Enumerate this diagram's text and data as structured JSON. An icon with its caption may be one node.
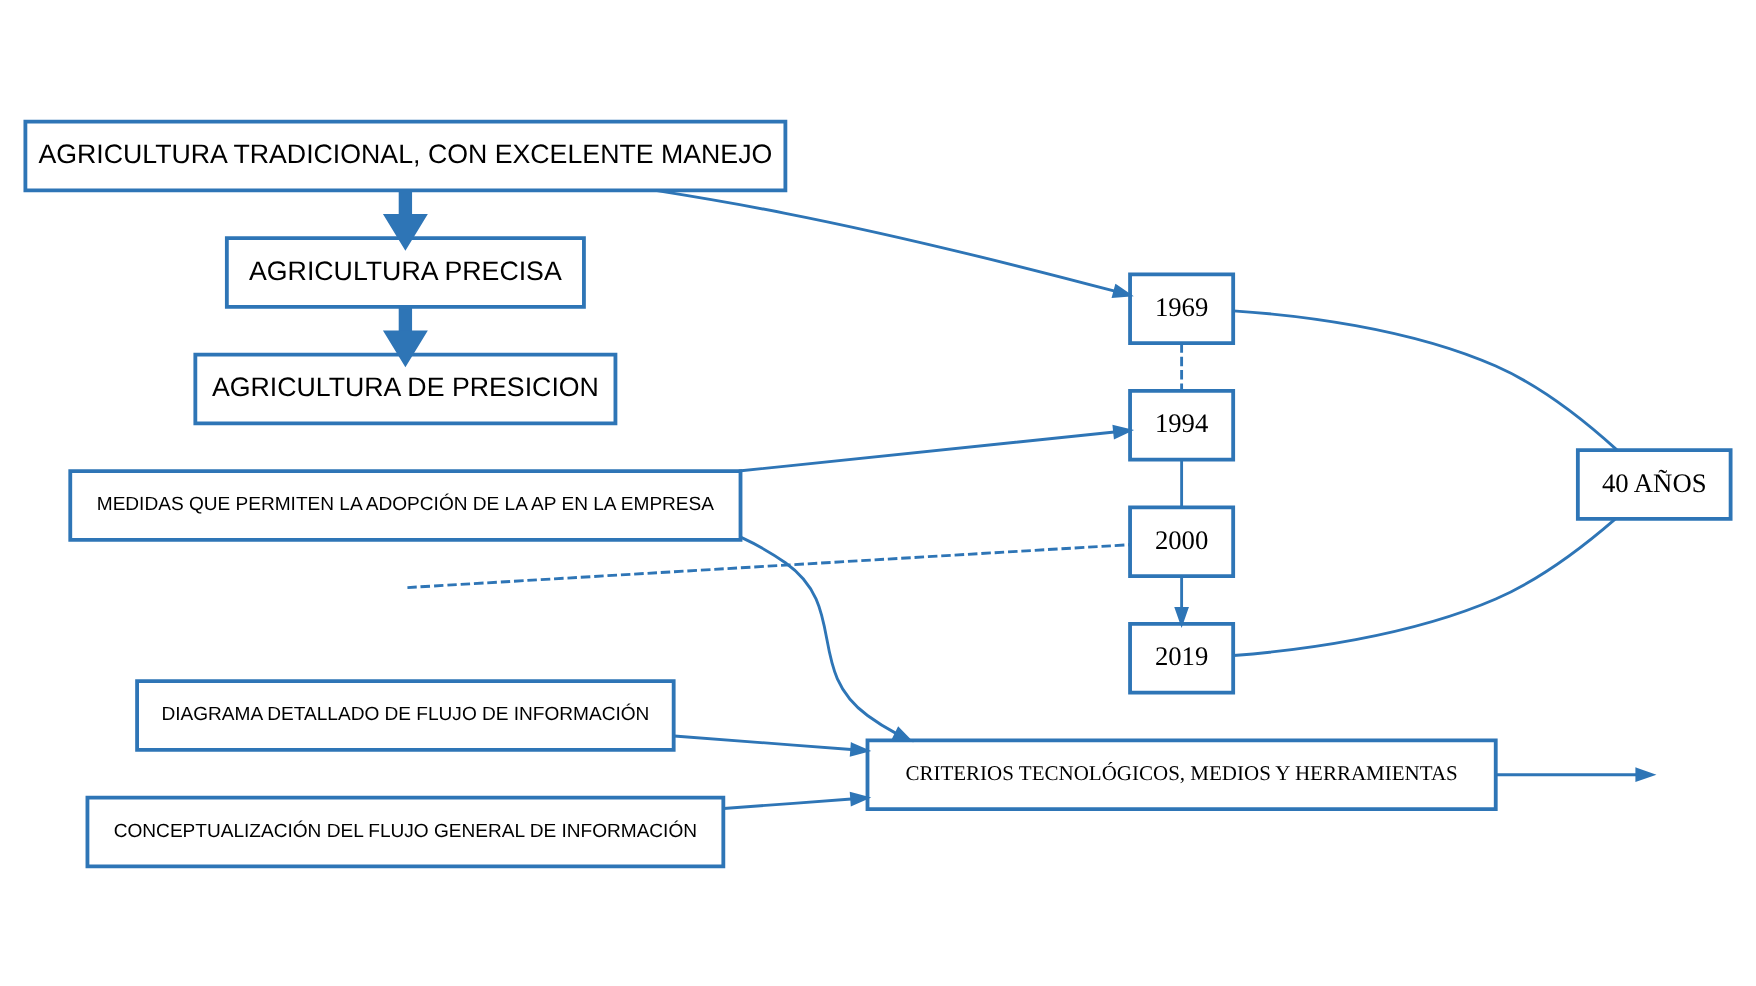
{
  "diagram": {
    "nodes": [
      {
        "text": [
          "AGRICULTURA TRADICIONAL, CON EXCELENTE MANEJO"
        ]
      },
      {
        "text": [
          "AGRICULTURA PRECISA"
        ]
      },
      {
        "text": [
          "AGRICULTURA DE PRESICION"
        ]
      },
      {
        "text": [
          "MEDIDAS QUE PERMITEN LA ADOPCIÓN DE LA AP EN LA EMPRESA"
        ]
      },
      {
        "text": [
          "CONCEPTUALIZACIÓN DEL FLUJO GENERAL DE INFORMACIÓN"
        ]
      },
      {
        "text": [
          "DIAGRAMA DETALLADO DE FLUJO DE INFORMACIÓN"
        ]
      },
      {
        "text": [
          "CRITERIOS TECNOLÓGICOS, MEDIOS Y HERRAMIENTAS"
        ]
      },
      {
        "text": [
          "1969"
        ]
      },
      {
        "text": [
          "1994"
        ]
      },
      {
        "text": [
          "2000"
        ]
      },
      {
        "text": [
          "2019"
        ]
      },
      {
        "text": [
          "40 AÑOS"
        ]
      }
    ],
    "edges": [
      {
        "from": 0,
        "to": 1,
        "arrow": "to",
        "style": "thick"
      },
      {
        "from": 1,
        "to": 2,
        "arrow": "to",
        "style": "thick"
      },
      {
        "from": 0,
        "to": 7,
        "arrow": "to"
      },
      {
        "from": 3,
        "to": 8,
        "arrow": "to"
      },
      {
        "from": 3,
        "to": 6,
        "arrow": "to"
      },
      {
        "from": 4,
        "to": 6,
        "arrow": "to"
      },
      {
        "from": 5,
        "to": 6,
        "arrow": "to"
      },
      {
        "from": 6,
        "to": null,
        "arrow": "to"
      },
      {
        "from": 7,
        "to": 8,
        "arrow": "none",
        "style": "dashed"
      },
      {
        "from": 8,
        "to": 9,
        "arrow": "none"
      },
      {
        "from": 9,
        "to": 10,
        "arrow": "to"
      },
      {
        "from": null,
        "to": 9,
        "arrow": "none",
        "style": "dashed"
      },
      {
        "from": 7,
        "to": 11,
        "arrow": "none"
      },
      {
        "from": 10,
        "to": 11,
        "arrow": "none"
      }
    ]
  }
}
